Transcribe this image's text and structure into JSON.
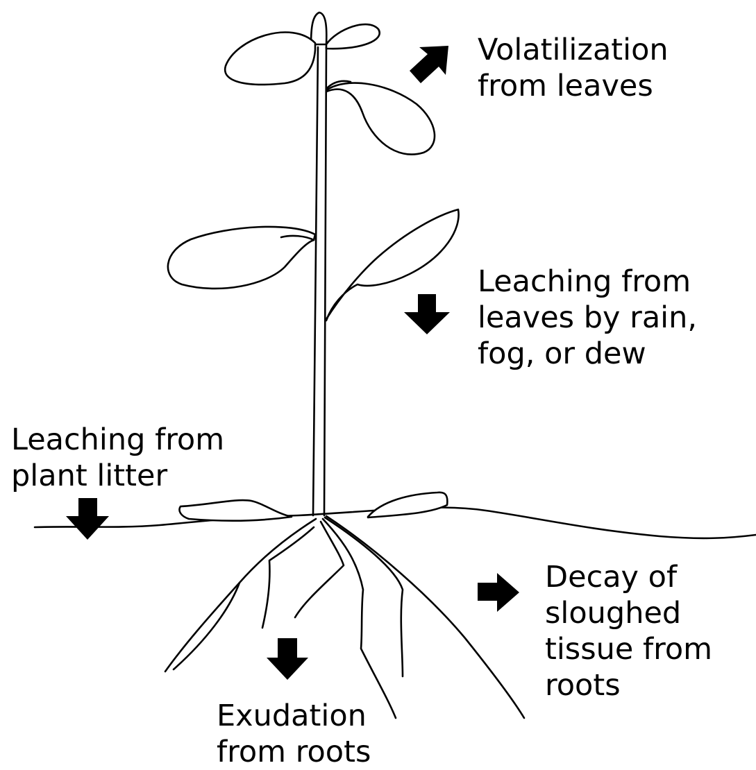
{
  "diagram": {
    "ink_color": "#000000",
    "background_color": "#ffffff",
    "labels": {
      "volatilization": [
        "Volatilization",
        "from leaves"
      ],
      "leaching_leaves": [
        "Leaching from",
        "leaves by rain,",
        "fog, or dew"
      ],
      "leaching_litter": [
        "Leaching from",
        "plant litter"
      ],
      "decay": [
        "Decay of",
        "sloughed",
        "tissue from",
        "roots"
      ],
      "exudation": [
        "Exudation",
        "from roots"
      ]
    }
  }
}
